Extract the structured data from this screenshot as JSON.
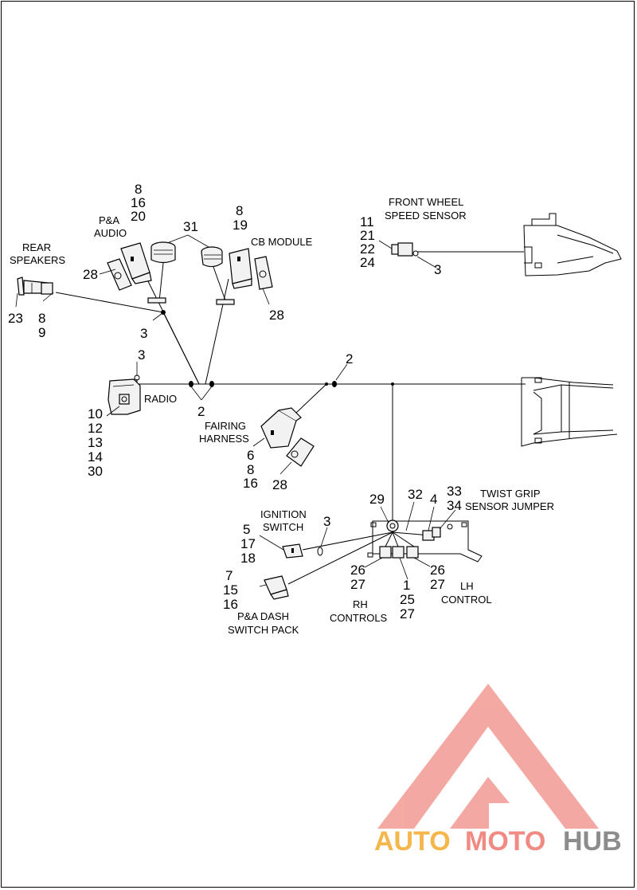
{
  "labels": {
    "rear_speakers": [
      "REAR",
      "SPEAKERS"
    ],
    "pa_audio": [
      "P&A",
      "AUDIO"
    ],
    "cb_module": "CB MODULE",
    "front_wheel_speed_sensor": [
      "FRONT WHEEL",
      "SPEED SENSOR"
    ],
    "radio": "RADIO",
    "fairing_harness": [
      "FAIRING",
      "HARNESS"
    ],
    "ignition_switch": [
      "IGNITION",
      "SWITCH"
    ],
    "twist_grip_sensor_jumper": [
      "TWIST GRIP",
      "SENSOR JUMPER"
    ],
    "lh_control": [
      "LH",
      "CONTROL"
    ],
    "rh_controls": [
      "RH",
      "CONTROLS"
    ],
    "pa_dash_switch_pack": [
      "P&A DASH",
      "SWITCH PACK"
    ]
  },
  "callouts": {
    "pa_audio_refs": [
      "8",
      "16",
      "20"
    ],
    "cb_module_refs": [
      "8",
      "19"
    ],
    "antenna_ref": "31",
    "bracket_left_ref": "28",
    "bracket_right_ref": "28",
    "speed_sensor_refs": [
      "11",
      "21",
      "22",
      "24"
    ],
    "speed_sensor_clip": "3",
    "rear_speaker_ref": "23",
    "rear_speaker_refs": [
      "8",
      "9"
    ],
    "clip_upper": "3",
    "clip_radio": "3",
    "radio_refs": [
      "10",
      "12",
      "13",
      "14",
      "30"
    ],
    "junction_left": "2",
    "junction_right": "2",
    "fairing_refs": [
      "6",
      "8",
      "16"
    ],
    "fairing_bracket_ref": "28",
    "ignition_refs": [
      "5",
      "17",
      "18"
    ],
    "ignition_clip": "3",
    "dash_refs": [
      "7",
      "15",
      "16"
    ],
    "ref_29": "29",
    "ref_32": "32",
    "ref_4": "4",
    "twist_refs": [
      "33",
      "34"
    ],
    "rh_left_refs": [
      "26",
      "27"
    ],
    "rh_mid_refs": [
      "1",
      "25",
      "27"
    ],
    "lh_refs": [
      "26",
      "27"
    ]
  },
  "watermark": {
    "parts": [
      "AUTO",
      "MOTO",
      "HUB"
    ],
    "colors": [
      "#f5b74c",
      "#f08a83",
      "#8c8c8c"
    ],
    "logo_color": "#f29a93"
  }
}
